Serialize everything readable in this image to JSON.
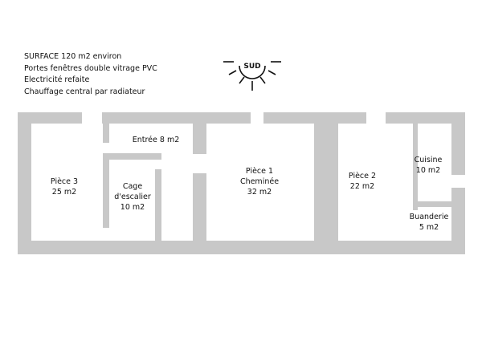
{
  "notes": [
    "SURFACE 120 m2 environ",
    "Portes fenêtres double vitrage PVC",
    "Electricité refaite",
    "Chauffage central par radiateur"
  ],
  "orientation": {
    "label": "SUD"
  },
  "rooms": {
    "piece3": {
      "line1": "Pièce 3",
      "line2": "25  m2"
    },
    "cage": {
      "line1": "Cage",
      "line2": "d'escalier",
      "line3": "10 m2"
    },
    "entree": {
      "line1": "Entrée 8 m2"
    },
    "piece1": {
      "line1": "Pièce 1",
      "line2": "Cheminée",
      "line3": "32 m2"
    },
    "piece2": {
      "line1": "Pièce 2",
      "line2": "22 m2"
    },
    "cuisine": {
      "line1": "Cuisine",
      "line2": "10 m2"
    },
    "buanderie": {
      "line1": "Buanderie",
      "line2": "5 m2"
    }
  },
  "colors": {
    "wall": "#c8c8c8",
    "background": "#ffffff",
    "text": "#111111"
  }
}
